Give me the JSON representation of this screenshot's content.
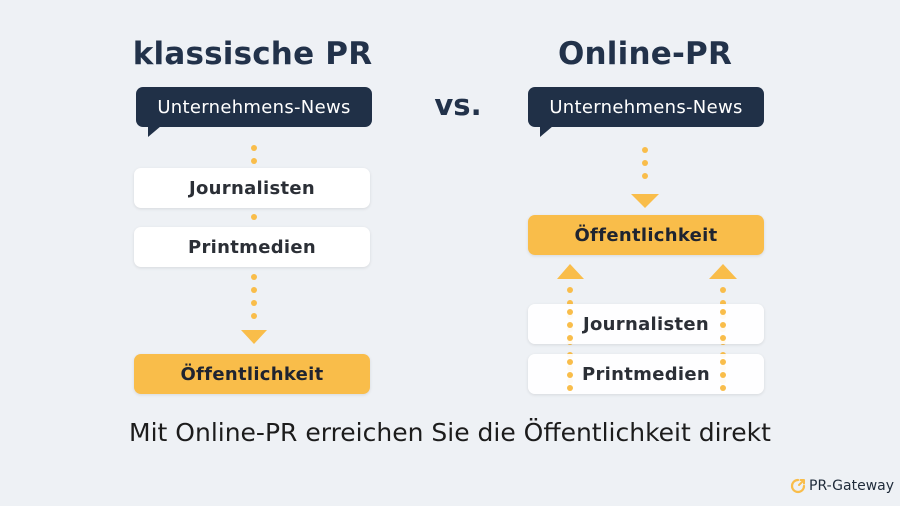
{
  "left": {
    "title": "klassische PR",
    "news": "Unternehmens-News",
    "step1": "Journalisten",
    "step2": "Printmedien",
    "target": "Öffentlichkeit"
  },
  "vs": "vs.",
  "right": {
    "title": "Online-PR",
    "news": "Unternehmens-News",
    "target": "Öffentlichkeit",
    "step1": "Journalisten",
    "step2": "Printmedien"
  },
  "caption": "Mit Online-PR erreichen Sie die Öffentlichkeit direkt",
  "logo": {
    "text": "PR-Gateway",
    "icon": "pr-gateway-logo-icon"
  },
  "colors": {
    "background": "#eef1f5",
    "dark_box": "#203047",
    "accent_yellow": "#f9bd4a",
    "white_box": "#ffffff"
  }
}
